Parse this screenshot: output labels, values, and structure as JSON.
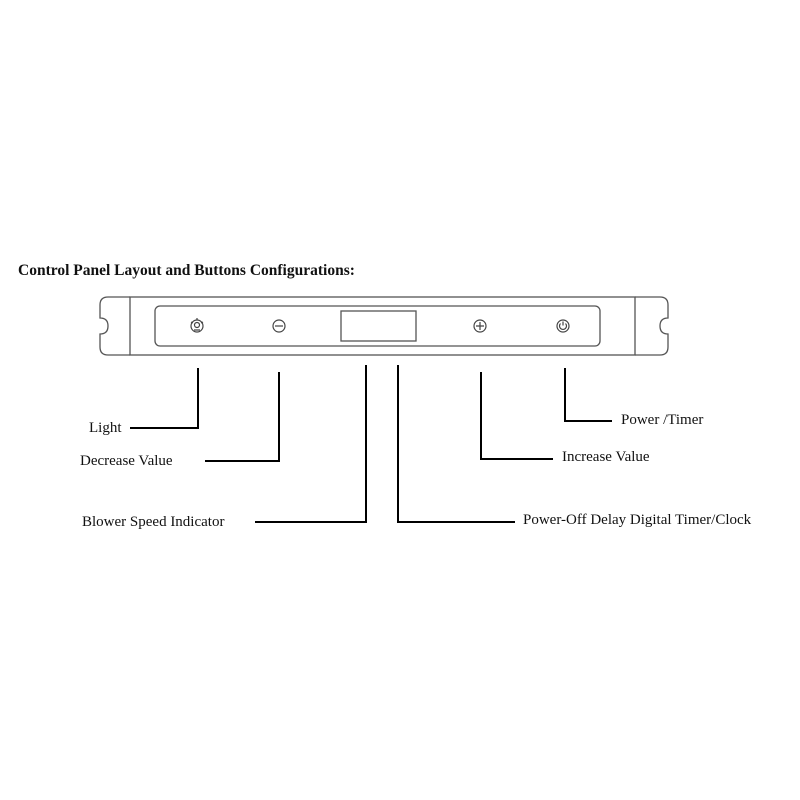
{
  "title": "Control Panel Layout and Buttons Configurations:",
  "labels": {
    "light": "Light",
    "decrease": "Decrease Value",
    "blower": "Blower Speed Indicator",
    "power_off_timer": "Power-Off Delay Digital Timer/Clock",
    "increase": "Increase Value",
    "power": "Power /Timer"
  }
}
